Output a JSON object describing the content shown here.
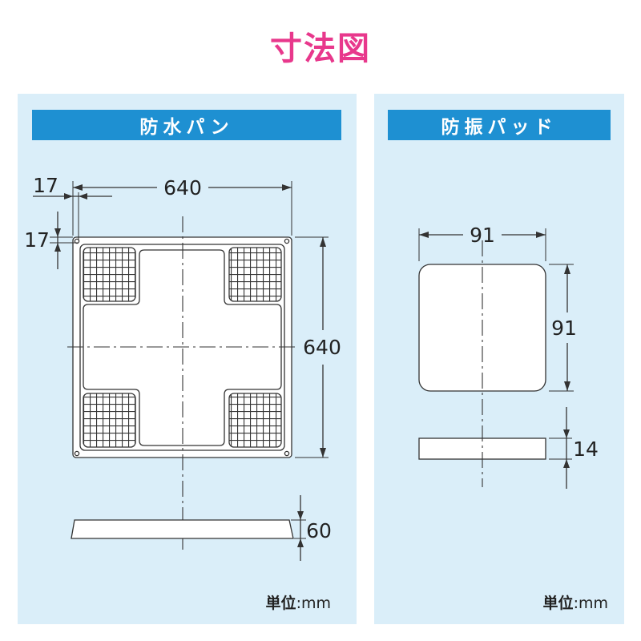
{
  "page": {
    "title": "寸法図"
  },
  "colors": {
    "title": "#e8388c",
    "panel_bg": "#daeef9",
    "header_bar": "#1e90d2",
    "line": "#333333"
  },
  "left_panel": {
    "header": "防水パン",
    "unit_label": "単位",
    "unit_separator": ":",
    "unit_value": "mm",
    "dimensions": {
      "width": "640",
      "depth": "640",
      "height": "60",
      "offset_x": "17",
      "offset_y": "17"
    }
  },
  "right_panel": {
    "header": "防振パッド",
    "unit_label": "単位",
    "unit_separator": ":",
    "unit_value": "mm",
    "dimensions": {
      "width": "91",
      "depth": "91",
      "thickness": "14"
    }
  }
}
